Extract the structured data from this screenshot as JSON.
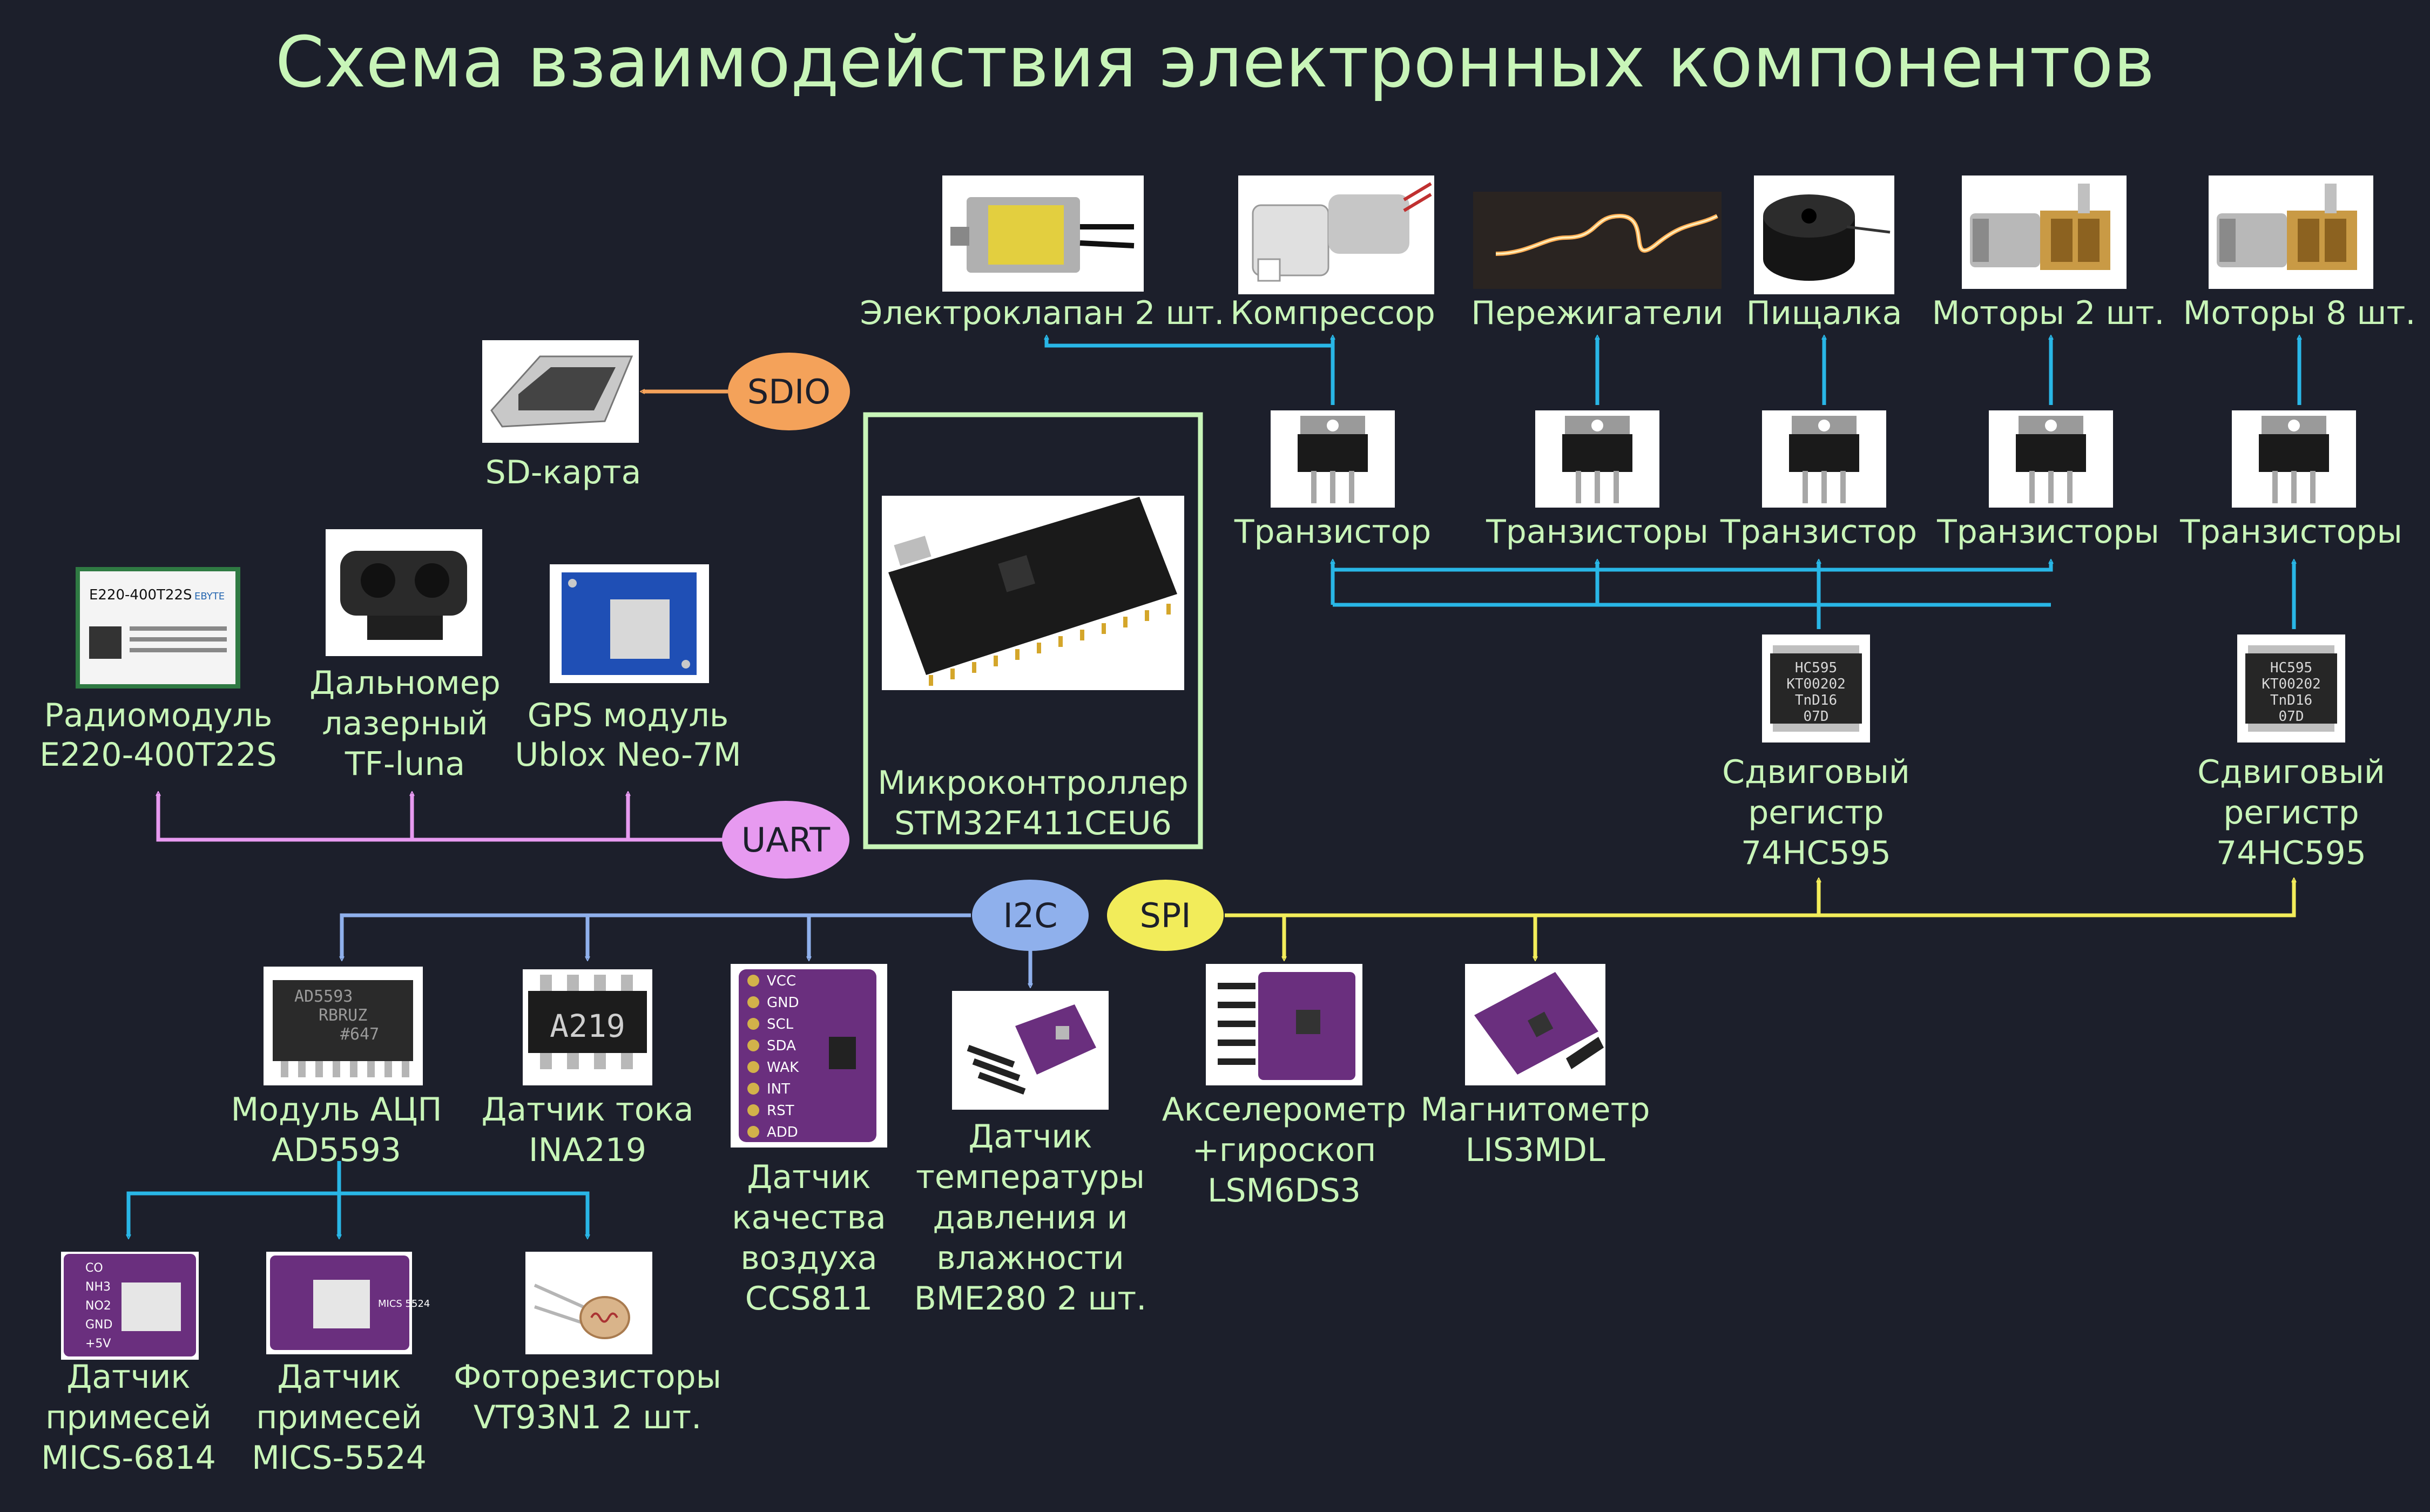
{
  "title": "Схема взаимодействия электронных компонентов",
  "colors": {
    "background": "#1c1f2b",
    "label_text": "#c8f5b8",
    "title_text": "#c8f5b8",
    "transistor_bus": "#29b6e6",
    "uart_bus": "#e79af0",
    "i2c_bus": "#8fb0ec",
    "spi_bus": "#f2ec5a",
    "sdio_bus": "#f4a25a",
    "mcu_border": "#c8f5b8"
  },
  "bus_labels": {
    "sdio": "SDIO",
    "uart": "UART",
    "i2c": "I2C",
    "spi": "SPI"
  },
  "mcu": {
    "line1": "Микроконтроллер",
    "line2": "STM32F411CEU6",
    "icon": "mcu-board-icon"
  },
  "outputs": [
    {
      "id": "solenoid",
      "label": "Электроклапан 2 шт.",
      "icon": "solenoid-valve-icon"
    },
    {
      "id": "compressor",
      "label": "Компрессор",
      "icon": "compressor-icon"
    },
    {
      "id": "burners",
      "label": "Пережигатели",
      "icon": "nichrome-wire-icon"
    },
    {
      "id": "buzzer",
      "label": "Пищалка",
      "icon": "buzzer-icon"
    },
    {
      "id": "motors2",
      "label": "Моторы 2 шт.",
      "icon": "gear-motor-icon"
    },
    {
      "id": "motors8",
      "label": "Моторы 8 шт.",
      "icon": "gear-motor-icon"
    }
  ],
  "transistors": [
    {
      "label": "Транзистор"
    },
    {
      "label": "Транзисторы"
    },
    {
      "label": "Транзистор"
    },
    {
      "label": "Транзисторы"
    },
    {
      "label": "Транзисторы"
    }
  ],
  "shift_registers": [
    {
      "line1": "Сдвиговый",
      "line2": "регистр",
      "line3": "74HC595",
      "chip": [
        "HC595",
        "KT00202",
        "TnD16",
        "07D"
      ]
    },
    {
      "line1": "Сдвиговый",
      "line2": "регистр",
      "line3": "74HC595",
      "chip": [
        "HC595",
        "KT00202",
        "TnD16",
        "07D"
      ]
    }
  ],
  "sd_card": {
    "label": "SD-карта",
    "icon": "sd-card-slot-icon"
  },
  "uart_devices": [
    {
      "line1": "Радиомодуль",
      "line2": "E220-400T22S",
      "chip_text": "E220-400T22S",
      "chip_brand": "EBYTE"
    },
    {
      "line1": "Дальномер",
      "line2": "лазерный",
      "line3": "TF-luna"
    },
    {
      "line1": "GPS модуль",
      "line2": "Ublox Neo-7M"
    }
  ],
  "i2c_devices": [
    {
      "line1": "Модуль АЦП",
      "line2": "AD5593",
      "chip": [
        "AD5593",
        "RBRUZ",
        "#647"
      ]
    },
    {
      "line1": "Датчик тока",
      "line2": "INA219",
      "chip": [
        "A219"
      ]
    },
    {
      "line1": "Датчик",
      "line2": "качества",
      "line3": "воздуха",
      "line4": "CCS811",
      "pins": [
        "VCC",
        "GND",
        "SCL",
        "SDA",
        "WAK",
        "INT",
        "RST",
        "ADD"
      ]
    },
    {
      "line1": "Датчик",
      "line2": "температуры",
      "line3": "давления и",
      "line4": "влажности",
      "line5": "BME280 2 шт."
    }
  ],
  "spi_devices": [
    {
      "line1": "Акселерометр",
      "line2": "+гироскоп",
      "line3": "LSM6DS3"
    },
    {
      "line1": "Магнитометр",
      "line2": "LIS3MDL"
    }
  ],
  "adc_devices": [
    {
      "line1": "Датчик",
      "line2": "примесей",
      "line3": "MICS-6814",
      "pins": [
        "CO",
        "NH3",
        "NO2",
        "GND",
        "+5V"
      ]
    },
    {
      "line1": "Датчик",
      "line2": "примесей",
      "line3": "MICS-5524",
      "chip_text": "MICS 5524"
    },
    {
      "line1": "Фоторезисторы",
      "line2": "VT93N1 2 шт."
    }
  ]
}
